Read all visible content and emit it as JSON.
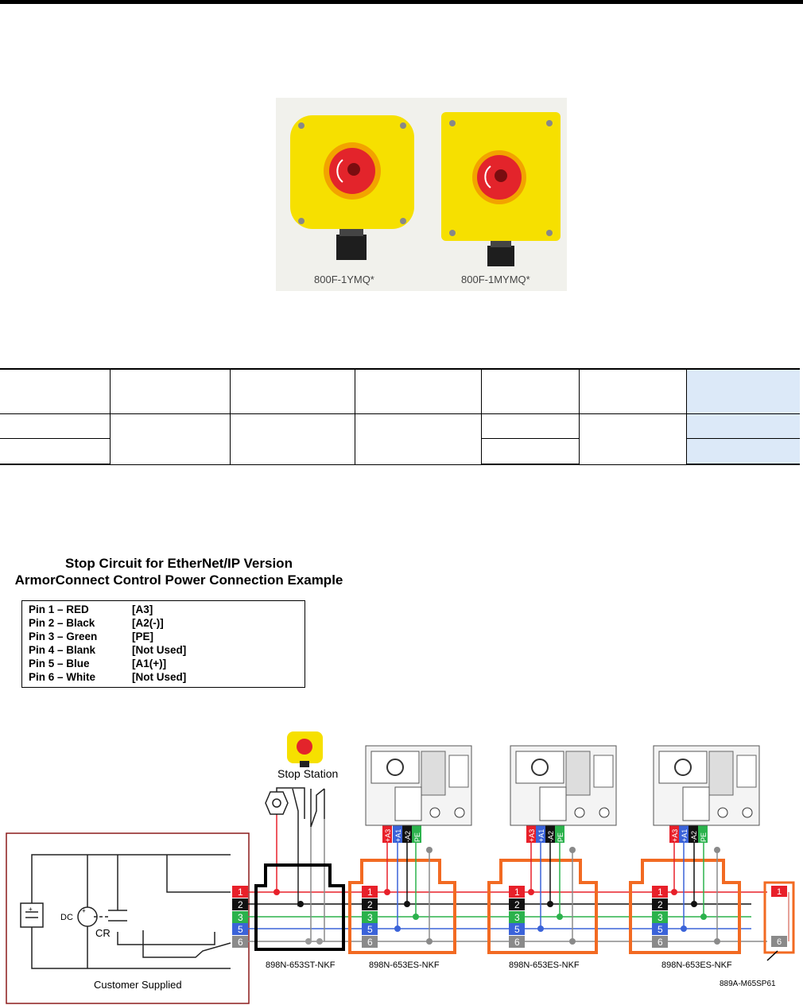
{
  "photos": {
    "left_caption": "800F-1YMQ*",
    "right_caption": "800F-1MYMQ*"
  },
  "circuit": {
    "title_line1": "Stop Circuit for EtherNet/IP Version",
    "title_line2": "ArmorConnect Control Power Connection Example",
    "pins": [
      {
        "pin": "Pin 1 – RED",
        "signal": "[A3]"
      },
      {
        "pin": "Pin 2 – Black",
        "signal": "[A2(-)]"
      },
      {
        "pin": "Pin 3 – Green",
        "signal": "[PE]"
      },
      {
        "pin": "Pin 4 – Blank",
        "signal": "[Not Used]"
      },
      {
        "pin": "Pin 5 – Blue",
        "signal": "[A1(+)]"
      },
      {
        "pin": "Pin 6 – White",
        "signal": "[Not Used]"
      }
    ],
    "stop_station_label": "Stop Station",
    "dc_label": "DC",
    "cr_label": "CR",
    "customer_supplied": "Customer Supplied",
    "tee_st_label": "898N-653ST-NKF",
    "tee_es_labels": [
      "898N-653ES-NKF",
      "898N-653ES-NKF",
      "898N-653ES-NKF"
    ],
    "terminator_label": "889A-M65SP61",
    "terminal_labels": [
      "+A3",
      "+A1",
      "-A2",
      "PE"
    ],
    "pin_numbers": [
      "1",
      "2",
      "3",
      "5",
      "6"
    ],
    "terminator_pins": [
      "1",
      "6"
    ],
    "wire_colors": {
      "pin1": "#e8202a",
      "pin2": "#111111",
      "pin3": "#2bb24c",
      "pin5": "#3b63d9",
      "pin6": "#8a8a8a"
    },
    "box_color": "#f26a22"
  },
  "colors": {
    "table_highlight": "#dce9f8",
    "housing_yellow": "#f6e000",
    "button_red": "#e3242b"
  }
}
